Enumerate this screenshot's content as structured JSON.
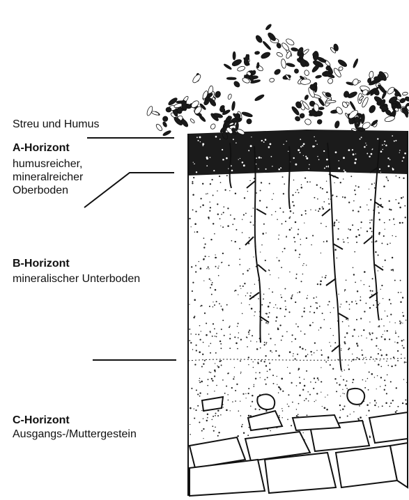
{
  "labels": {
    "streu": "Streu und Humus",
    "a_title": "A-Horizont",
    "a_desc_1": "humusreicher,",
    "a_desc_2": "mineralreicher",
    "a_desc_3": "Oberboden",
    "b_title": "B-Horizont",
    "b_desc": "mineralischer Unterboden",
    "c_title": "C-Horizont",
    "c_desc": "Ausgangs-/Muttergestein"
  },
  "colors": {
    "ink": "#111111",
    "humus": "#1a1a1a",
    "paper": "#ffffff"
  }
}
